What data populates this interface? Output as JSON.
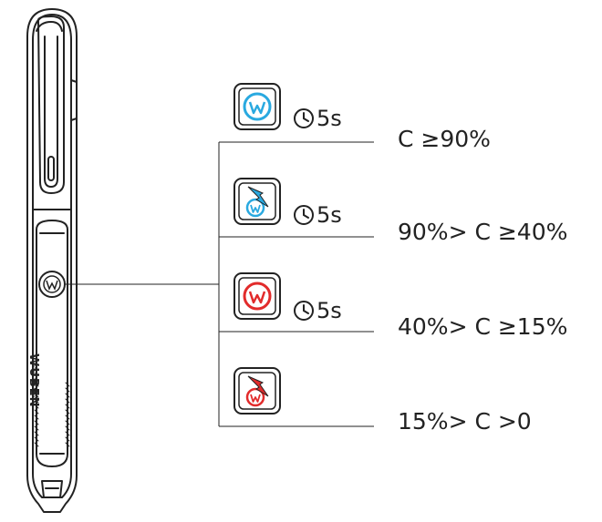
{
  "device": {
    "brand": "WUBEN",
    "tagline": "LIGHT THE WAY"
  },
  "rows": [
    {
      "icon": "w-steady-icon",
      "color": "#29a9e0",
      "timer": "5s",
      "condition": "C ≥90%"
    },
    {
      "icon": "w-flash-icon",
      "color": "#29a9e0",
      "timer": "5s",
      "condition": "90%> C ≥40%"
    },
    {
      "icon": "w-steady-icon",
      "color": "#e22b2b",
      "timer": "5s",
      "condition": "40%> C ≥15%"
    },
    {
      "icon": "w-flash-icon",
      "color": "#e22b2b",
      "timer": "",
      "condition": "15%> C >0"
    }
  ],
  "timer_icon": "clock-icon"
}
